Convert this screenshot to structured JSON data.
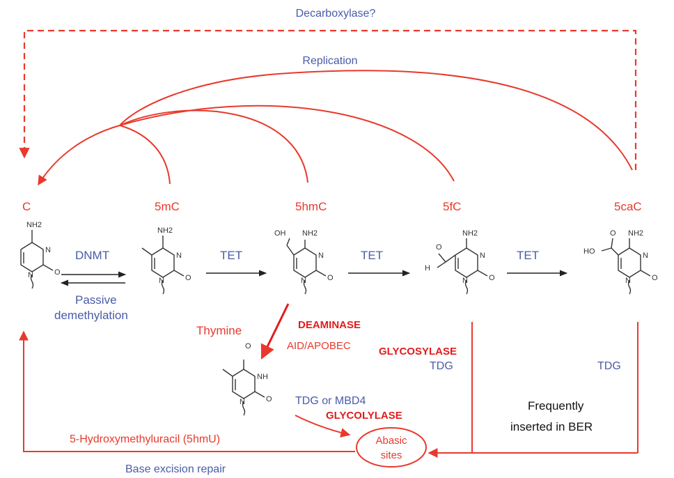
{
  "colors": {
    "red": "#e8392c",
    "blue": "#4a5ba8",
    "black": "#111111"
  },
  "top": {
    "decarboxylase": "Decarboxylase?",
    "replication": "Replication"
  },
  "species": {
    "c": "C",
    "mc": "5mC",
    "hmc": "5hmC",
    "fc": "5fC",
    "cac": "5caC"
  },
  "steps": {
    "dnmt": "DNMT",
    "passive1": "Passive",
    "passive2": "demethylation",
    "tet1": "TET",
    "tet2": "TET",
    "tet3": "TET"
  },
  "deamination": {
    "thymine": "Thymine",
    "deaminase": "DEAMINASE",
    "aid": "AID/APOBEC",
    "glycosylase": "GLYCOSYLASE",
    "tdg_fc": "TDG",
    "tdg_cac": "TDG"
  },
  "hmu": {
    "label": "5-Hydroxymethyluracil (5hmU)",
    "tdg_mbd4": "TDG or MBD4",
    "glycolylase": "GLYCOLYLASE"
  },
  "ber": {
    "note1": "Frequently",
    "note2": "inserted  in BER",
    "abasic1": "Abasic",
    "abasic2": "sites",
    "repair": "Base excision repair"
  },
  "atoms": {
    "nh2": "NH2",
    "n": "N",
    "o": "O",
    "oh": "OH",
    "h": "H",
    "ho": "HO",
    "nh": "NH"
  }
}
